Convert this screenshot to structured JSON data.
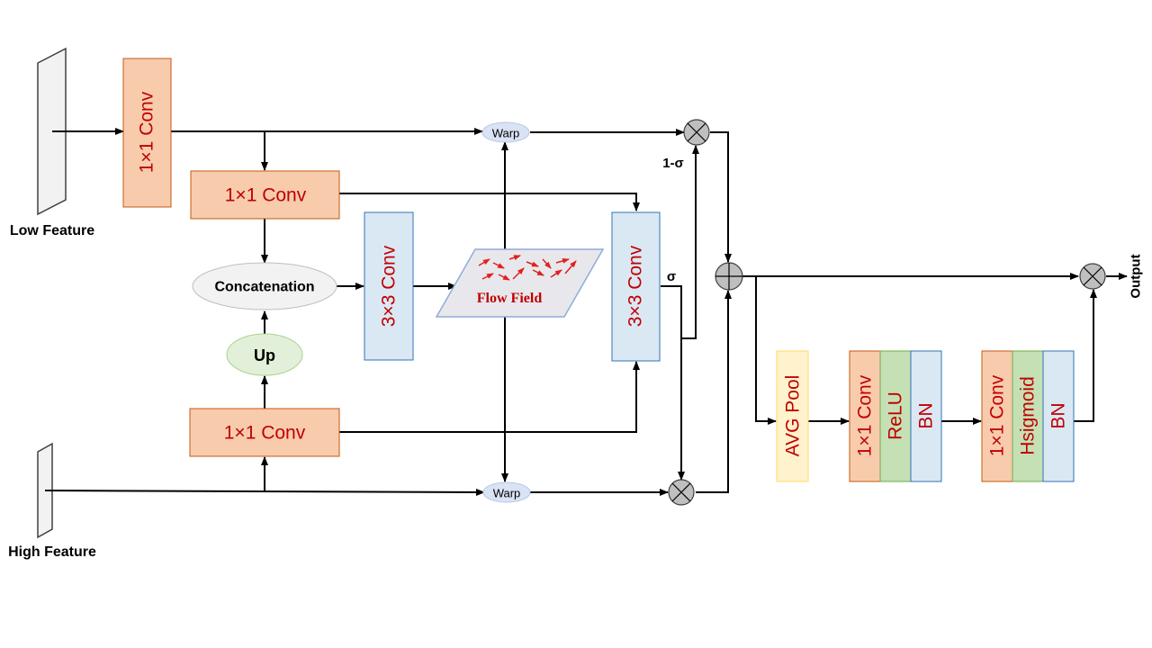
{
  "inputs": {
    "low_feature": "Low Feature",
    "high_feature": "High Feature"
  },
  "blocks": {
    "conv_low_vertical": "1×1  Conv",
    "conv_low": "1×1  Conv",
    "conv_high": "1×1  Conv",
    "concatenation": "Concatenation",
    "up": "Up",
    "conv3_left": "3×3  Conv",
    "flow_field": "Flow Field",
    "conv3_right": "3×3  Conv",
    "warp_top": "Warp",
    "warp_bottom": "Warp",
    "one_minus_sigma": "1-σ",
    "sigma": "σ",
    "avg_pool": "AVG Pool",
    "conv_a": "1×1  Conv",
    "relu": "ReLU",
    "bn_a": "BN",
    "conv_b": "1×1  Conv",
    "hsigmoid": "Hsigmoid",
    "bn_b": "BN",
    "output": "Output"
  },
  "colors": {
    "orange_fill": "#f8cbad",
    "orange_stroke": "#c55a11",
    "blue_fill": "#dae8f4",
    "blue_stroke": "#2e75b6",
    "green_fill": "#c5e0b4",
    "yellow_fill": "#fff2cc",
    "ellipse_fill": "#f2f2f2",
    "warp_fill": "#dae3f3",
    "up_fill": "#e2f0d9",
    "red_text": "#c00000"
  }
}
